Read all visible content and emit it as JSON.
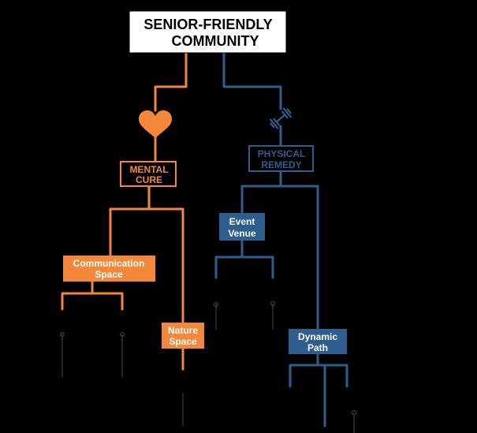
{
  "colors": {
    "background": "#000000",
    "orange": "#F4883A",
    "blue": "#2E5E8E",
    "title_bg": "#FFFFFF",
    "title_text": "#000000"
  },
  "title": {
    "line1": "SENIOR-FRIENDLY",
    "line2": "COMMUNITY"
  },
  "branches": {
    "mental": {
      "icon": "heart-icon",
      "line1": "MENTAL",
      "line2": "CURE",
      "children": {
        "communication": {
          "line1": "Communication",
          "line2": "Space"
        },
        "nature": {
          "line1": "Nature",
          "line2": "Space"
        }
      }
    },
    "physical": {
      "icon": "dumbbell-icon",
      "line1": "PHYSICAL",
      "line2": "REMEDY",
      "children": {
        "event": {
          "line1": "Event",
          "line2": "Venue"
        },
        "dynamic": {
          "line1": "Dynamic",
          "line2": "Path"
        }
      }
    }
  }
}
